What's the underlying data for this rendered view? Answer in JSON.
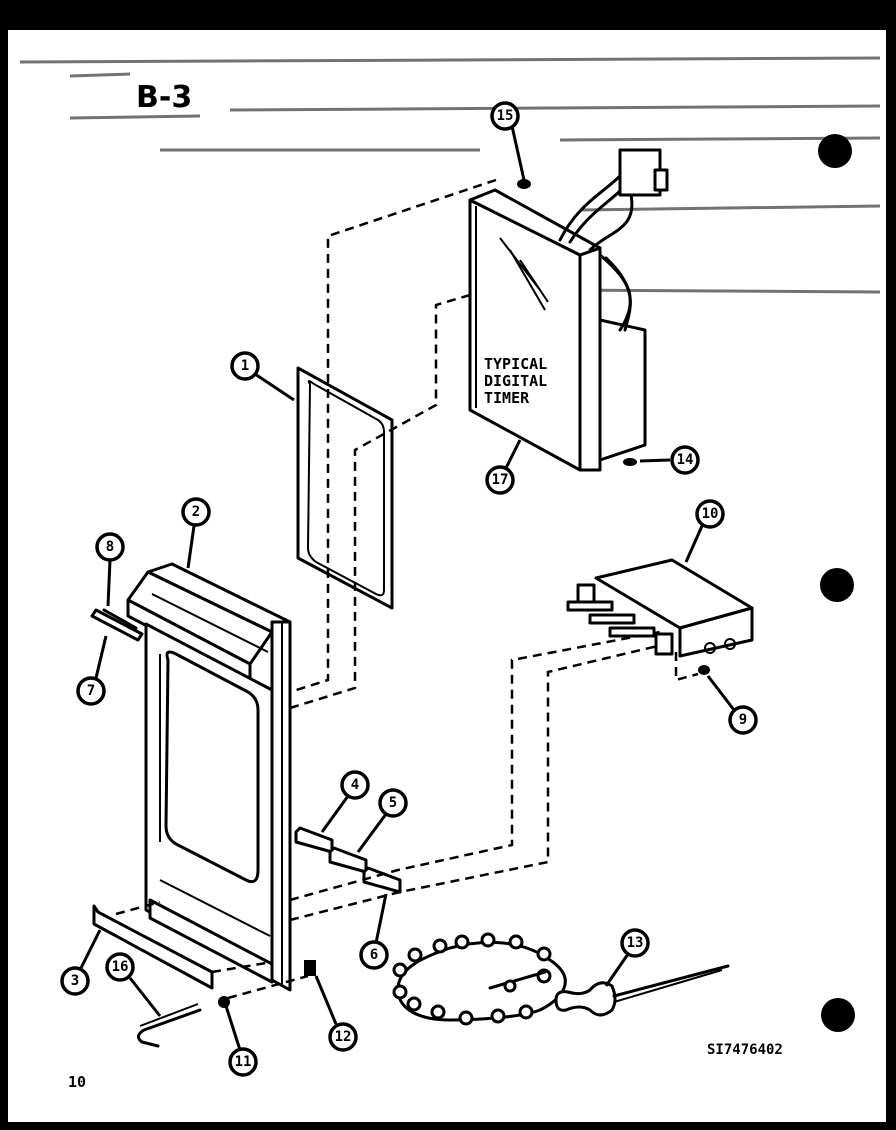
{
  "diagram": {
    "section_label": "B-3",
    "page_number": "10",
    "drawing_code": "SI7476402",
    "timer_label_lines": [
      "TYPICAL",
      "DIGITAL",
      "TIMER"
    ],
    "ink_color": "#000000",
    "paper_color": "#ffffff"
  },
  "callouts": [
    {
      "id": "1",
      "label": "1",
      "part": "window-gasket"
    },
    {
      "id": "2",
      "label": "2",
      "part": "control-panel-frame"
    },
    {
      "id": "3",
      "label": "3",
      "part": "bottom-trim"
    },
    {
      "id": "4",
      "label": "4",
      "part": "spacer-block"
    },
    {
      "id": "5",
      "label": "5",
      "part": "spacer-block"
    },
    {
      "id": "6",
      "label": "6",
      "part": "spacer-block"
    },
    {
      "id": "7",
      "label": "7",
      "part": "trim-strip"
    },
    {
      "id": "8",
      "label": "8",
      "part": "trim-insert"
    },
    {
      "id": "9",
      "label": "9",
      "part": "screw"
    },
    {
      "id": "10",
      "label": "10",
      "part": "switch-assembly"
    },
    {
      "id": "11",
      "label": "11",
      "part": "screw"
    },
    {
      "id": "12",
      "label": "12",
      "part": "clip"
    },
    {
      "id": "13",
      "label": "13",
      "part": "temperature-probe"
    },
    {
      "id": "14",
      "label": "14",
      "part": "screw"
    },
    {
      "id": "15",
      "label": "15",
      "part": "screw"
    },
    {
      "id": "16",
      "label": "16",
      "part": "hex-key"
    },
    {
      "id": "17",
      "label": "17",
      "part": "digital-timer"
    }
  ]
}
